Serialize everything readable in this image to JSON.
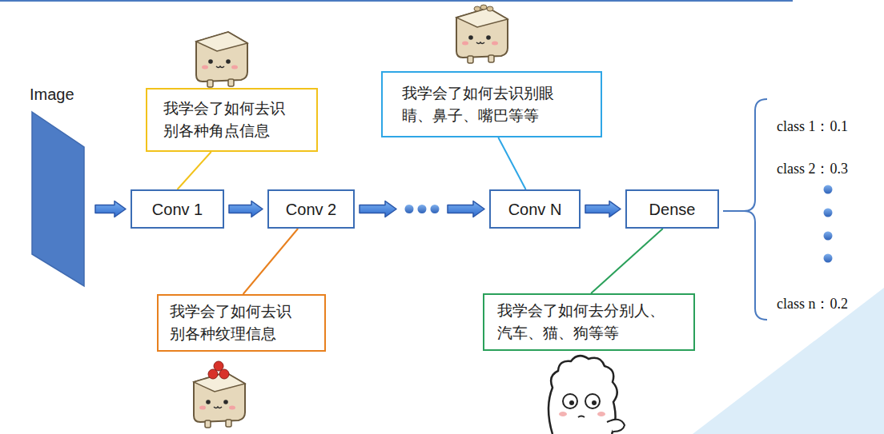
{
  "diagram": {
    "nodes": [
      {
        "text": [
          "Image"
        ]
      },
      {
        "text": [
          "我学会了如何去识 别各种角点信息"
        ]
      },
      {
        "text": [
          "Conv 1"
        ]
      },
      {
        "text": [
          "我学会了如何去识 别各种纹理信息"
        ]
      },
      {
        "text": [
          "Conv 2"
        ]
      },
      {
        "text": [
          "我学会了如何去识别眼 睛、鼻子、嘴巴等等"
        ]
      },
      {
        "text": [
          "Conv N"
        ]
      },
      {
        "text": [
          "Dense"
        ]
      },
      {
        "text": [
          "我学会了如何去分别人、 汽车、猫、狗等等"
        ]
      }
    ],
    "edges": [
      {
        "from": 0,
        "to": 2,
        "arrow": "to"
      },
      {
        "from": 2,
        "to": 4,
        "arrow": "to"
      },
      {
        "from": 4,
        "to": 6,
        "arrow": "to"
      },
      {
        "from": 6,
        "to": 7,
        "arrow": "to"
      },
      {
        "from": 1,
        "to": 2,
        "arrow": "none"
      },
      {
        "from": 3,
        "to": 4,
        "arrow": "none"
      },
      {
        "from": 5,
        "to": 6,
        "arrow": "none"
      },
      {
        "from": 8,
        "to": 7,
        "arrow": "none"
      }
    ],
    "labels": [
      "class 1：0.1",
      "class 2：0.3",
      "class n：0.2"
    ]
  }
}
